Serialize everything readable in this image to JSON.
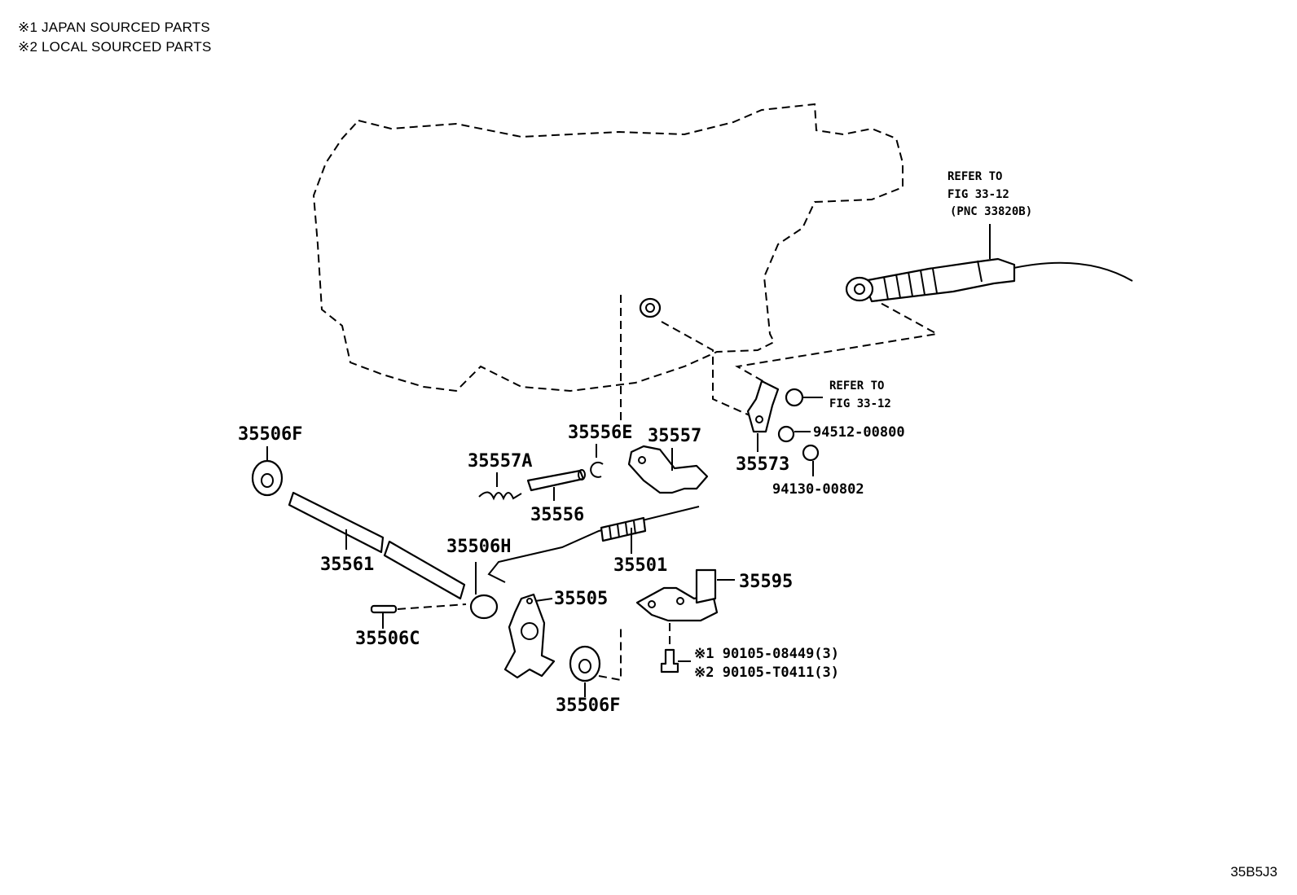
{
  "notes": {
    "note1": "※1 JAPAN SOURCED PARTS",
    "note2": "※2 LOCAL SOURCED PARTS"
  },
  "figure_id": "35B5J3",
  "references": {
    "cable_ref_line1": "REFER TO",
    "cable_ref_line2": "FIG 33-12",
    "cable_ref_line3": "(PNC 33820B)",
    "nut_ref_line1": "REFER TO",
    "nut_ref_line2": "FIG 33-12"
  },
  "parts": {
    "p35506F_top": "35506F",
    "p35561": "35561",
    "p35506C": "35506C",
    "p35557A": "35557A",
    "p35556": "35556",
    "p35556E": "35556E",
    "p35557": "35557",
    "p35506H": "35506H",
    "p35505": "35505",
    "p35501": "35501",
    "p35506F_bottom": "35506F",
    "p35573": "35573",
    "p94512": "94512-00800",
    "p94130": "94130-00802",
    "p35595": "35595",
    "bolt1": "※1  90105-08449(3)",
    "bolt2": "※2  90105-T0411(3)"
  }
}
